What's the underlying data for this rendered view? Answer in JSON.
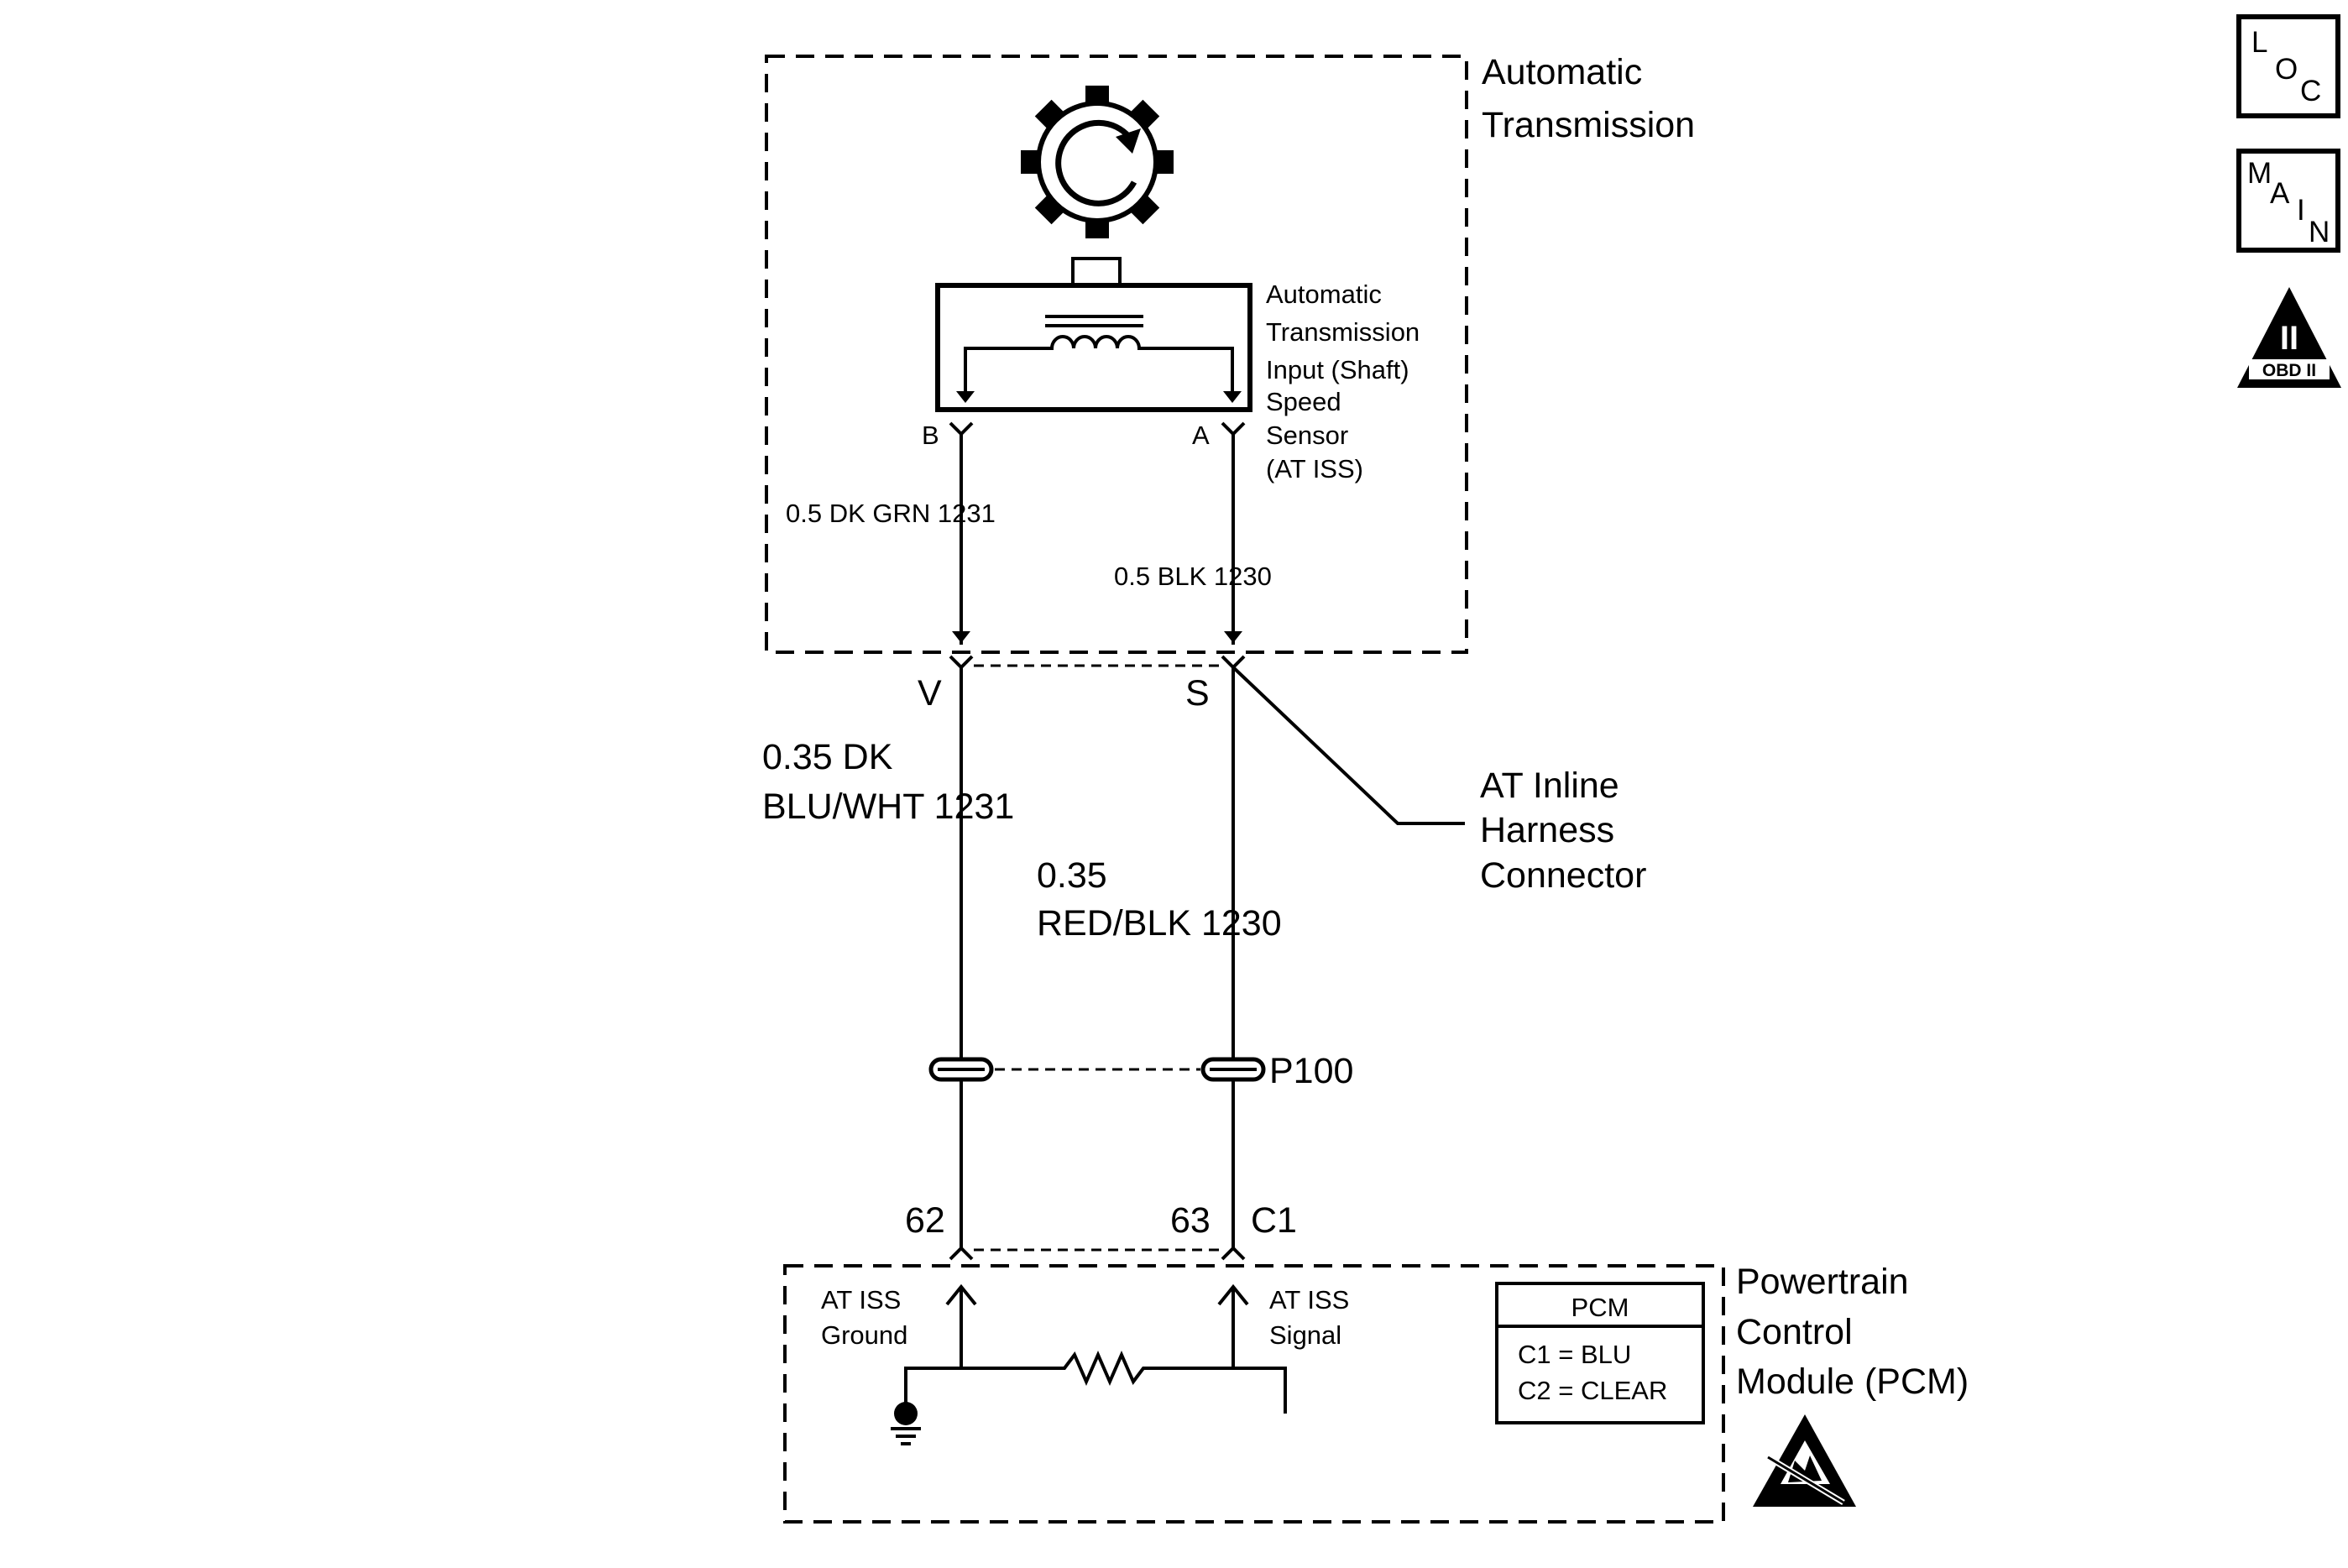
{
  "labels": {
    "automatic_transmission": [
      "Automatic",
      "Transmission"
    ],
    "sensor": [
      "Automatic",
      "Transmission",
      "Input (Shaft)",
      "Speed",
      "Sensor",
      "(AT ISS)"
    ],
    "pin_b": "B",
    "pin_a": "A",
    "wire_inner_left": "0.5 DK GRN 1231",
    "wire_inner_right": "0.5 BLK 1230",
    "pin_v": "V",
    "pin_s": "S",
    "wire_left": [
      "0.35 DK",
      "BLU/WHT 1231"
    ],
    "wire_right": [
      "0.35",
      "RED/BLK 1230"
    ],
    "connector": [
      "AT Inline",
      "Harness",
      "Connector"
    ],
    "splice": "P100",
    "pin_62": "62",
    "pin_63": "63",
    "conn_c1": "C1",
    "pcm_ground": [
      "AT ISS",
      "Ground"
    ],
    "pcm_signal": [
      "AT ISS",
      "Signal"
    ],
    "pcm_box": {
      "title": "PCM",
      "c1": "C1 = BLU",
      "c2": "C2 = CLEAR"
    },
    "pcm": [
      "Powertrain",
      "Control",
      "Module (PCM)"
    ]
  },
  "icons": {
    "loc": {
      "l": "L",
      "o": "O",
      "c": "C"
    },
    "main": {
      "m": "M",
      "a": "A",
      "i": "I",
      "n": "N"
    },
    "obd": {
      "numeral": "II",
      "label": "OBD II"
    },
    "esd": "esd-warning-icon"
  },
  "colors": {
    "ink": "#000000",
    "background": "#ffffff"
  }
}
